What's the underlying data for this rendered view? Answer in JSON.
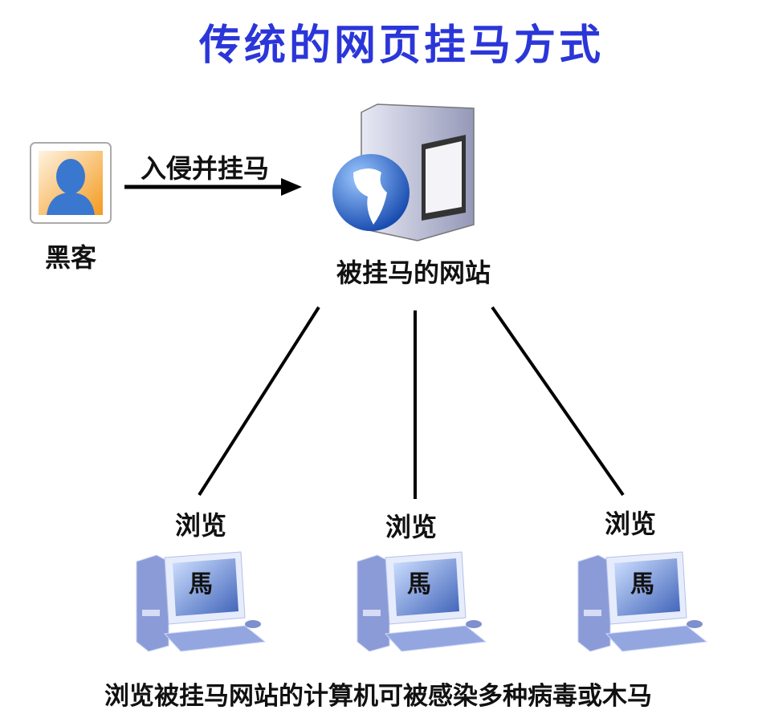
{
  "title": "传统的网页挂马方式",
  "hacker": {
    "label": "黑客"
  },
  "arrow": {
    "label": "入侵并挂马"
  },
  "server": {
    "label": "被挂马的网站"
  },
  "clients": [
    {
      "action": "浏览",
      "screen_text": "馬"
    },
    {
      "action": "浏览",
      "screen_text": "馬"
    },
    {
      "action": "浏览",
      "screen_text": "馬"
    }
  ],
  "caption": "浏览被挂马网站的计算机可被感染多种病毒或木马",
  "colors": {
    "title": "#2b36d9",
    "line": "#000000"
  }
}
